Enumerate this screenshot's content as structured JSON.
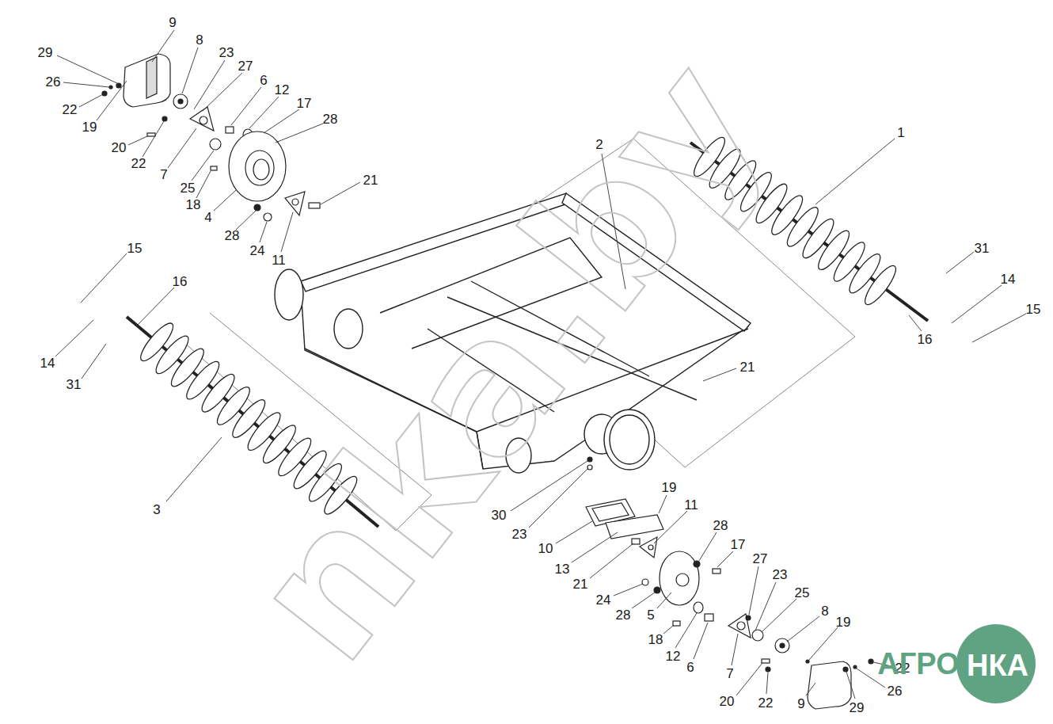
{
  "diagram": {
    "labels": [
      "9",
      "29",
      "8",
      "23",
      "27",
      "26",
      "6",
      "12",
      "22",
      "17",
      "19",
      "28",
      "20",
      "22",
      "7",
      "25",
      "18",
      "21",
      "4",
      "28",
      "24",
      "11",
      "2",
      "1",
      "31",
      "14",
      "15",
      "16",
      "21",
      "15",
      "16",
      "14",
      "31",
      "3",
      "30",
      "23",
      "19",
      "11",
      "10",
      "13",
      "28",
      "17",
      "21",
      "27",
      "23",
      "24",
      "28",
      "25",
      "5",
      "18",
      "8",
      "19",
      "12",
      "6",
      "7",
      "22",
      "26",
      "20",
      "22",
      "9",
      "29",
      "nka.by",
      "АГРО",
      "НКА"
    ]
  }
}
